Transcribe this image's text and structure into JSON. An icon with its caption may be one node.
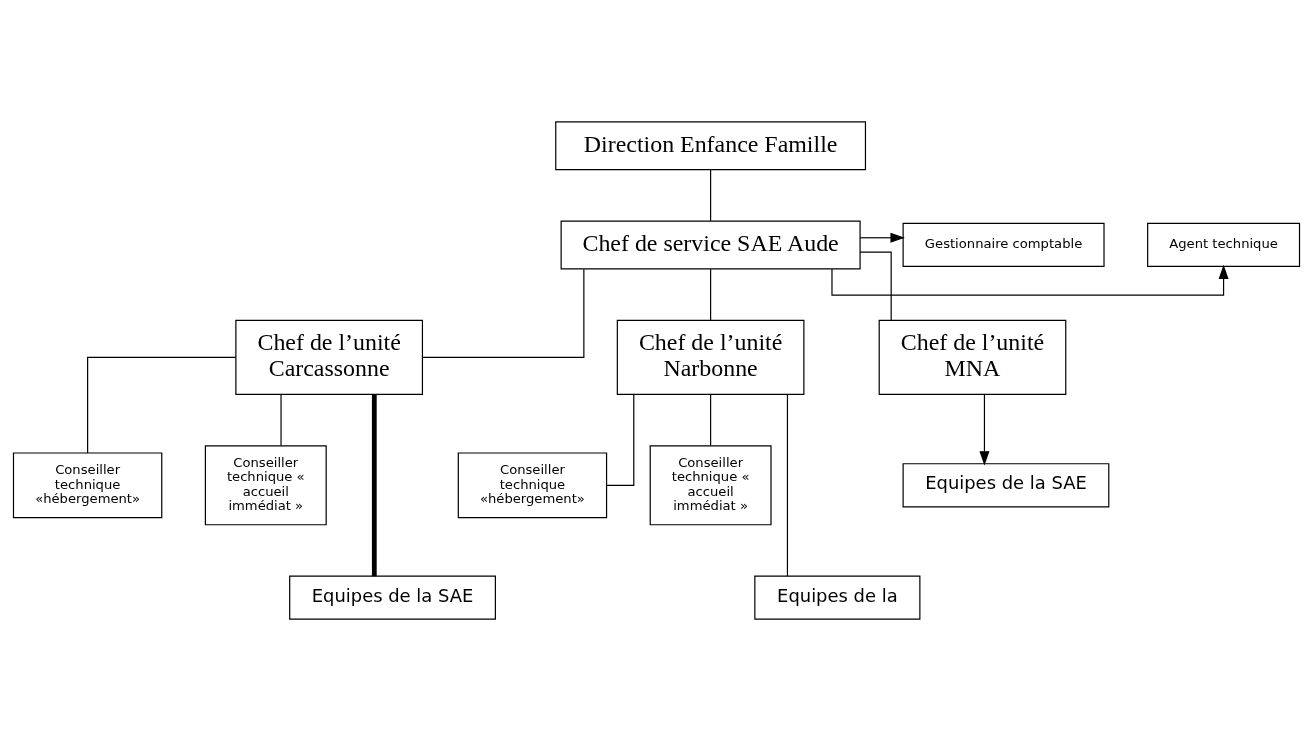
{
  "diagram": {
    "nodes": [
      {
        "text": [
          "Direction Enfance Famille"
        ]
      },
      {
        "text": [
          "Chef de service SAE Aude"
        ]
      },
      {
        "text": [
          "Agent technique"
        ]
      },
      {
        "text": [
          "Gestionnaire comptable"
        ]
      },
      {
        "text": [
          "Chef de l’unité Carcassonne"
        ]
      },
      {
        "text": [
          "Chef de l’unité Narbonne"
        ]
      },
      {
        "text": [
          "Chef de l’unité MNA"
        ]
      },
      {
        "text": [
          "Conseiller technique «hébergement»"
        ]
      },
      {
        "text": [
          "Conseiller technique « accueil immédiat »"
        ]
      },
      {
        "text": [
          "Conseiller technique «hébergement»"
        ]
      },
      {
        "text": [
          "Conseiller technique « accueil immédiat »"
        ]
      },
      {
        "text": [
          "Equipes de la SAE"
        ]
      },
      {
        "text": [
          "Equipes de la SAE"
        ]
      },
      {
        "text": [
          "Equipes de la"
        ]
      }
    ],
    "edges": [
      {
        "from": 0,
        "to": 1,
        "arrow": "none"
      },
      {
        "from": 1,
        "to": 2,
        "arrow": "to"
      },
      {
        "from": 1,
        "to": 3,
        "arrow": "to"
      },
      {
        "from": 1,
        "to": 4,
        "arrow": "none"
      },
      {
        "from": 1,
        "to": 5,
        "arrow": "none"
      },
      {
        "from": 1,
        "to": 6,
        "arrow": "none"
      },
      {
        "from": 4,
        "to": 7,
        "arrow": "none"
      },
      {
        "from": 4,
        "to": 8,
        "arrow": "none"
      },
      {
        "from": 4,
        "to": 12,
        "arrow": "none",
        "style": "thick"
      },
      {
        "from": 5,
        "to": 9,
        "arrow": "none"
      },
      {
        "from": 5,
        "to": 10,
        "arrow": "none"
      },
      {
        "from": 5,
        "to": 13,
        "arrow": "none"
      },
      {
        "from": 6,
        "to": 11,
        "arrow": "to"
      }
    ]
  }
}
